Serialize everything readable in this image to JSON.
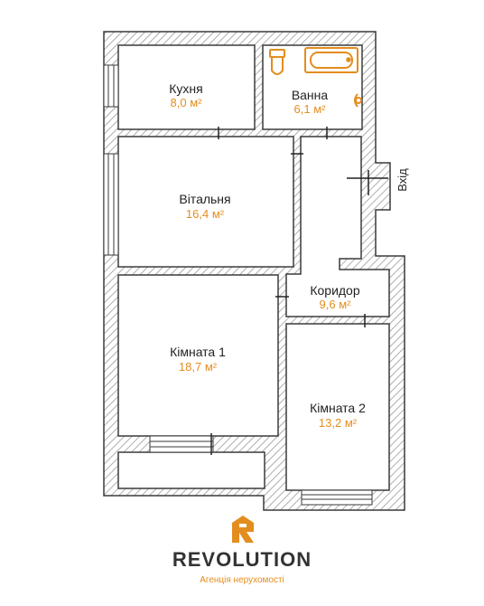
{
  "rooms": {
    "kitchen": {
      "name": "Кухня",
      "area": "8,0 м²"
    },
    "bath": {
      "name": "Ванна",
      "area": "6,1 м²"
    },
    "living": {
      "name": "Вітальня",
      "area": "16,4 м²"
    },
    "corridor": {
      "name": "Коридор",
      "area": "9,6 м²"
    },
    "room1": {
      "name": "Кімната 1",
      "area": "18,7 м²"
    },
    "room2": {
      "name": "Кімната 2",
      "area": "13,2 м²"
    }
  },
  "entrance_label": "Вхід",
  "brand": {
    "name": "REVOLUTION",
    "tagline": "Агенція нерухомості",
    "accent_color": "#e38d1e",
    "wall_color": "#3a3a3a"
  }
}
